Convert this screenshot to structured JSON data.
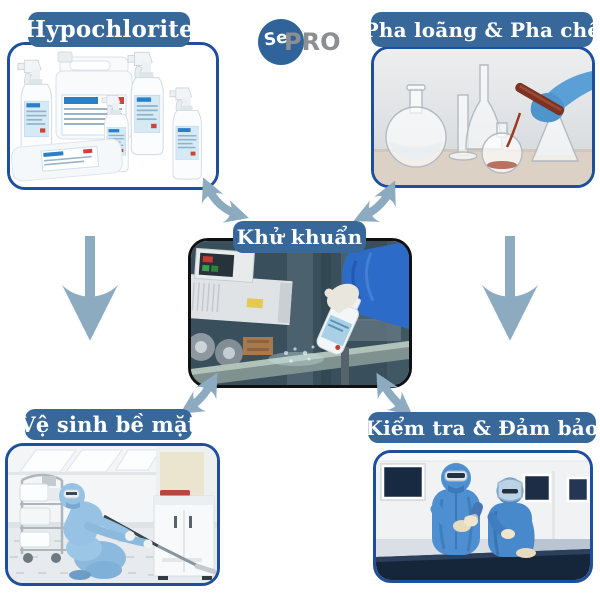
{
  "colors": {
    "label_bg": "#386899",
    "label_text": "#ffffff",
    "photo_border_blue": "#1d4f9e",
    "photo_border_black": "#111111",
    "arrow": "#8dabc0",
    "logo_circle": "#31639b",
    "logo_se_text": "#ffffff",
    "logo_pro_text": "#8b8f93"
  },
  "logo": {
    "se": "Se",
    "pro": "PRO"
  },
  "nodes": {
    "hypochlorite": {
      "label": "Hypochlorite"
    },
    "dilution": {
      "label": "Pha loãng & Pha chế"
    },
    "disinfection": {
      "label": "Khử khuẩn"
    },
    "surface_cleaning": {
      "label": "Vệ sinh bề mặt"
    },
    "inspection": {
      "label": "Kiểm tra & Đảm bảo"
    }
  }
}
